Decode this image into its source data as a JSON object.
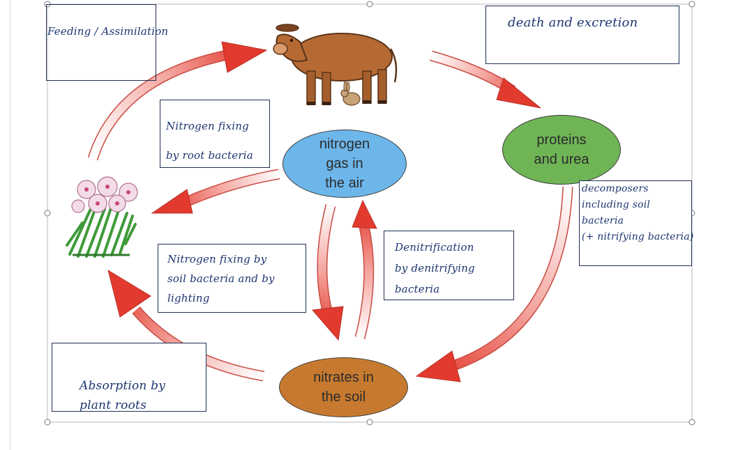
{
  "nodes": {
    "nitrogen_gas": "nitrogen\ngas in\nthe air",
    "proteins_urea": "proteins\nand urea",
    "nitrates_soil": "nitrates in\nthe soil"
  },
  "annotations": {
    "feeding": "Feeding / Assimilation",
    "death": "death and excretion",
    "root_bacteria": "Nitrogen fixing\nby root bacteria",
    "soil_bacteria": "Nitrogen fixing by\nsoil bacteria and by\nlighting",
    "denitrification": "Denitrification\nby denitrifying\nbacteria",
    "decomposers": "decomposers\nincluding soil\nbacteria\n(+ nitrifying bacteria)",
    "absorption": "Absorption by\nplant roots"
  },
  "icons": [
    "cow-icon",
    "rabbit-icon",
    "flower-plant-icon"
  ],
  "colors": {
    "nitrogen_gas": "#6db6ea",
    "proteins_urea": "#6fb556",
    "nitrates_soil": "#c77a2f",
    "arrow": "#e23a2e",
    "handwriting": "#1d3570"
  }
}
